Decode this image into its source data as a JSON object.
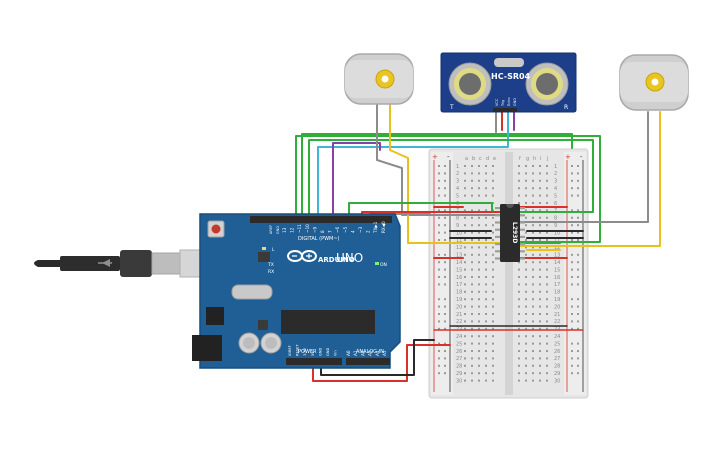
{
  "colors": {
    "board": "#1f5f96",
    "board_edge": "#174d7c",
    "breadboard": "#e4e4e4",
    "sensor_board": "#1d3f8a",
    "wire_green": "#2fae3a",
    "wire_yellow": "#e8c21a",
    "wire_red": "#d8312a",
    "wire_black": "#3a3a3a",
    "wire_gray": "#8c8c8c",
    "wire_purple": "#8a3fa8",
    "wire_cyan": "#3fb6d8"
  },
  "arduino": {
    "brand": "ARDUINO",
    "model": "UNO",
    "digital_label": "DIGITAL (PWM~)",
    "analog_label": "ANALOG IN",
    "power_label": "POWER",
    "led_l": "L",
    "led_tx": "TX",
    "led_rx": "RX",
    "led_on": "ON",
    "aref": "AREF",
    "gnd": "GND",
    "digital_pins": [
      "13",
      "12",
      "~11",
      "~10",
      "~9",
      "8",
      "7",
      "~6",
      "~5",
      "4",
      "~3",
      "2",
      "TX▶1",
      "RX◀0"
    ],
    "power_pins": [
      "IOREF",
      "RESET",
      "3.3V",
      "5V",
      "GND",
      "GND",
      "Vin"
    ],
    "analog_pins": [
      "A0",
      "A1",
      "A2",
      "A3",
      "A4",
      "A5"
    ]
  },
  "sensor": {
    "name": "HC-SR04",
    "pin_labels": [
      "VCC",
      "Trig",
      "Echo",
      "GND"
    ],
    "corner_left": "T",
    "corner_right": "R"
  },
  "chip": {
    "name": "L293D"
  },
  "breadboard": {
    "cols_left": [
      "a",
      "b",
      "c",
      "d",
      "e"
    ],
    "cols_right": [
      "f",
      "g",
      "h",
      "i",
      "j"
    ],
    "rail_plus": "+",
    "rail_minus": "-"
  },
  "icons": {
    "usb": "usb-cable-icon",
    "motor": "dc-motor-icon",
    "infinity": "arduino-logo-icon"
  }
}
